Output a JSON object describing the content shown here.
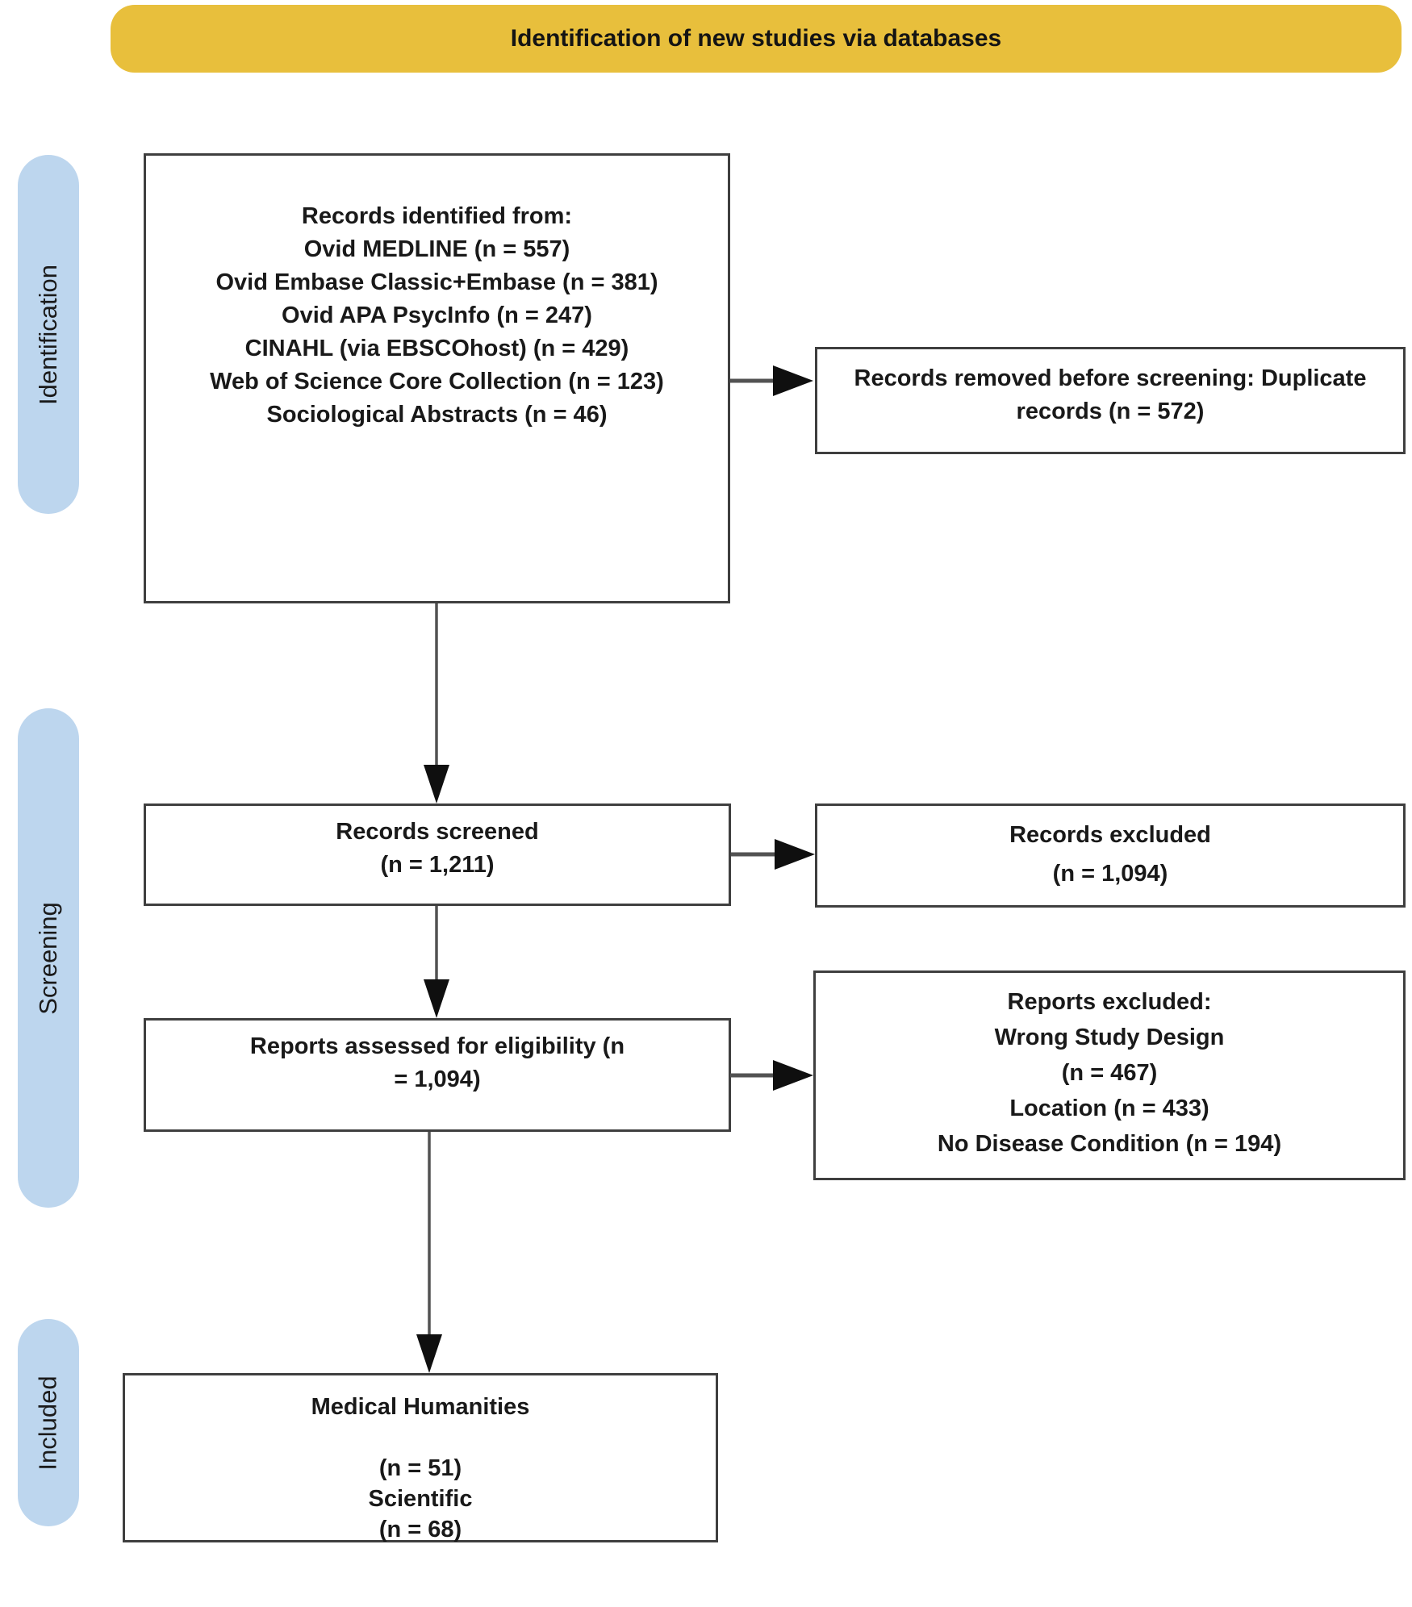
{
  "banner": {
    "label": "Identification of new studies via databases"
  },
  "colors": {
    "banner_bg": "#E8BF3C",
    "stage_pill_bg": "#BDD6EE",
    "box_border": "#3f3f3f",
    "arrow": "#525252"
  },
  "stages": [
    {
      "label": "Identification"
    },
    {
      "label": "Screening"
    },
    {
      "label": "Included"
    }
  ],
  "boxes": {
    "records_identified": {
      "lines": [
        "Records identified from:",
        "Ovid MEDLINE (n = 557)",
        "Ovid Embase Classic+Embase (n = 381)",
        "Ovid APA PsycInfo (n = 247)",
        "CINAHL (via EBSCOhost) (n = 429)",
        "Web of Science Core Collection (n = 123)",
        "Sociological Abstracts (n = 46)"
      ]
    },
    "records_removed": {
      "lines": [
        "Records removed before screening: Duplicate",
        "records (n = 572)"
      ]
    },
    "records_screened": {
      "lines": [
        "Records screened",
        "(n = 1,211)"
      ]
    },
    "records_excluded": {
      "lines": [
        "Records excluded",
        "(n = 1,094)"
      ]
    },
    "reports_assessed": {
      "lines": [
        "Reports assessed for eligibility (n",
        "= 1,094)"
      ]
    },
    "reports_excluded": {
      "lines": [
        "Reports excluded:",
        "Wrong Study Design",
        "(n = 467)",
        "Location (n = 433)",
        "No Disease Condition (n = 194)"
      ]
    },
    "included": {
      "lines": [
        "Medical Humanities",
        "",
        "(n = 51)",
        "Scientific",
        "(n = 68)"
      ]
    }
  }
}
